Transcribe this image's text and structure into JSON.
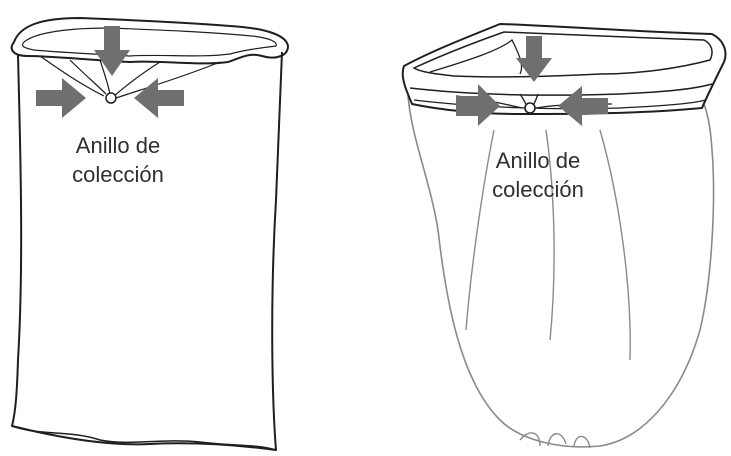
{
  "left_illustration": {
    "label_line1": "Anillo de",
    "label_line2": "colección"
  },
  "right_illustration": {
    "label_line1": "Anillo de",
    "label_line2": "colección"
  },
  "colors": {
    "outline": "#1f1f1f",
    "bag_outline": "#8a8a8a",
    "arrow": "#6f6f6f"
  }
}
